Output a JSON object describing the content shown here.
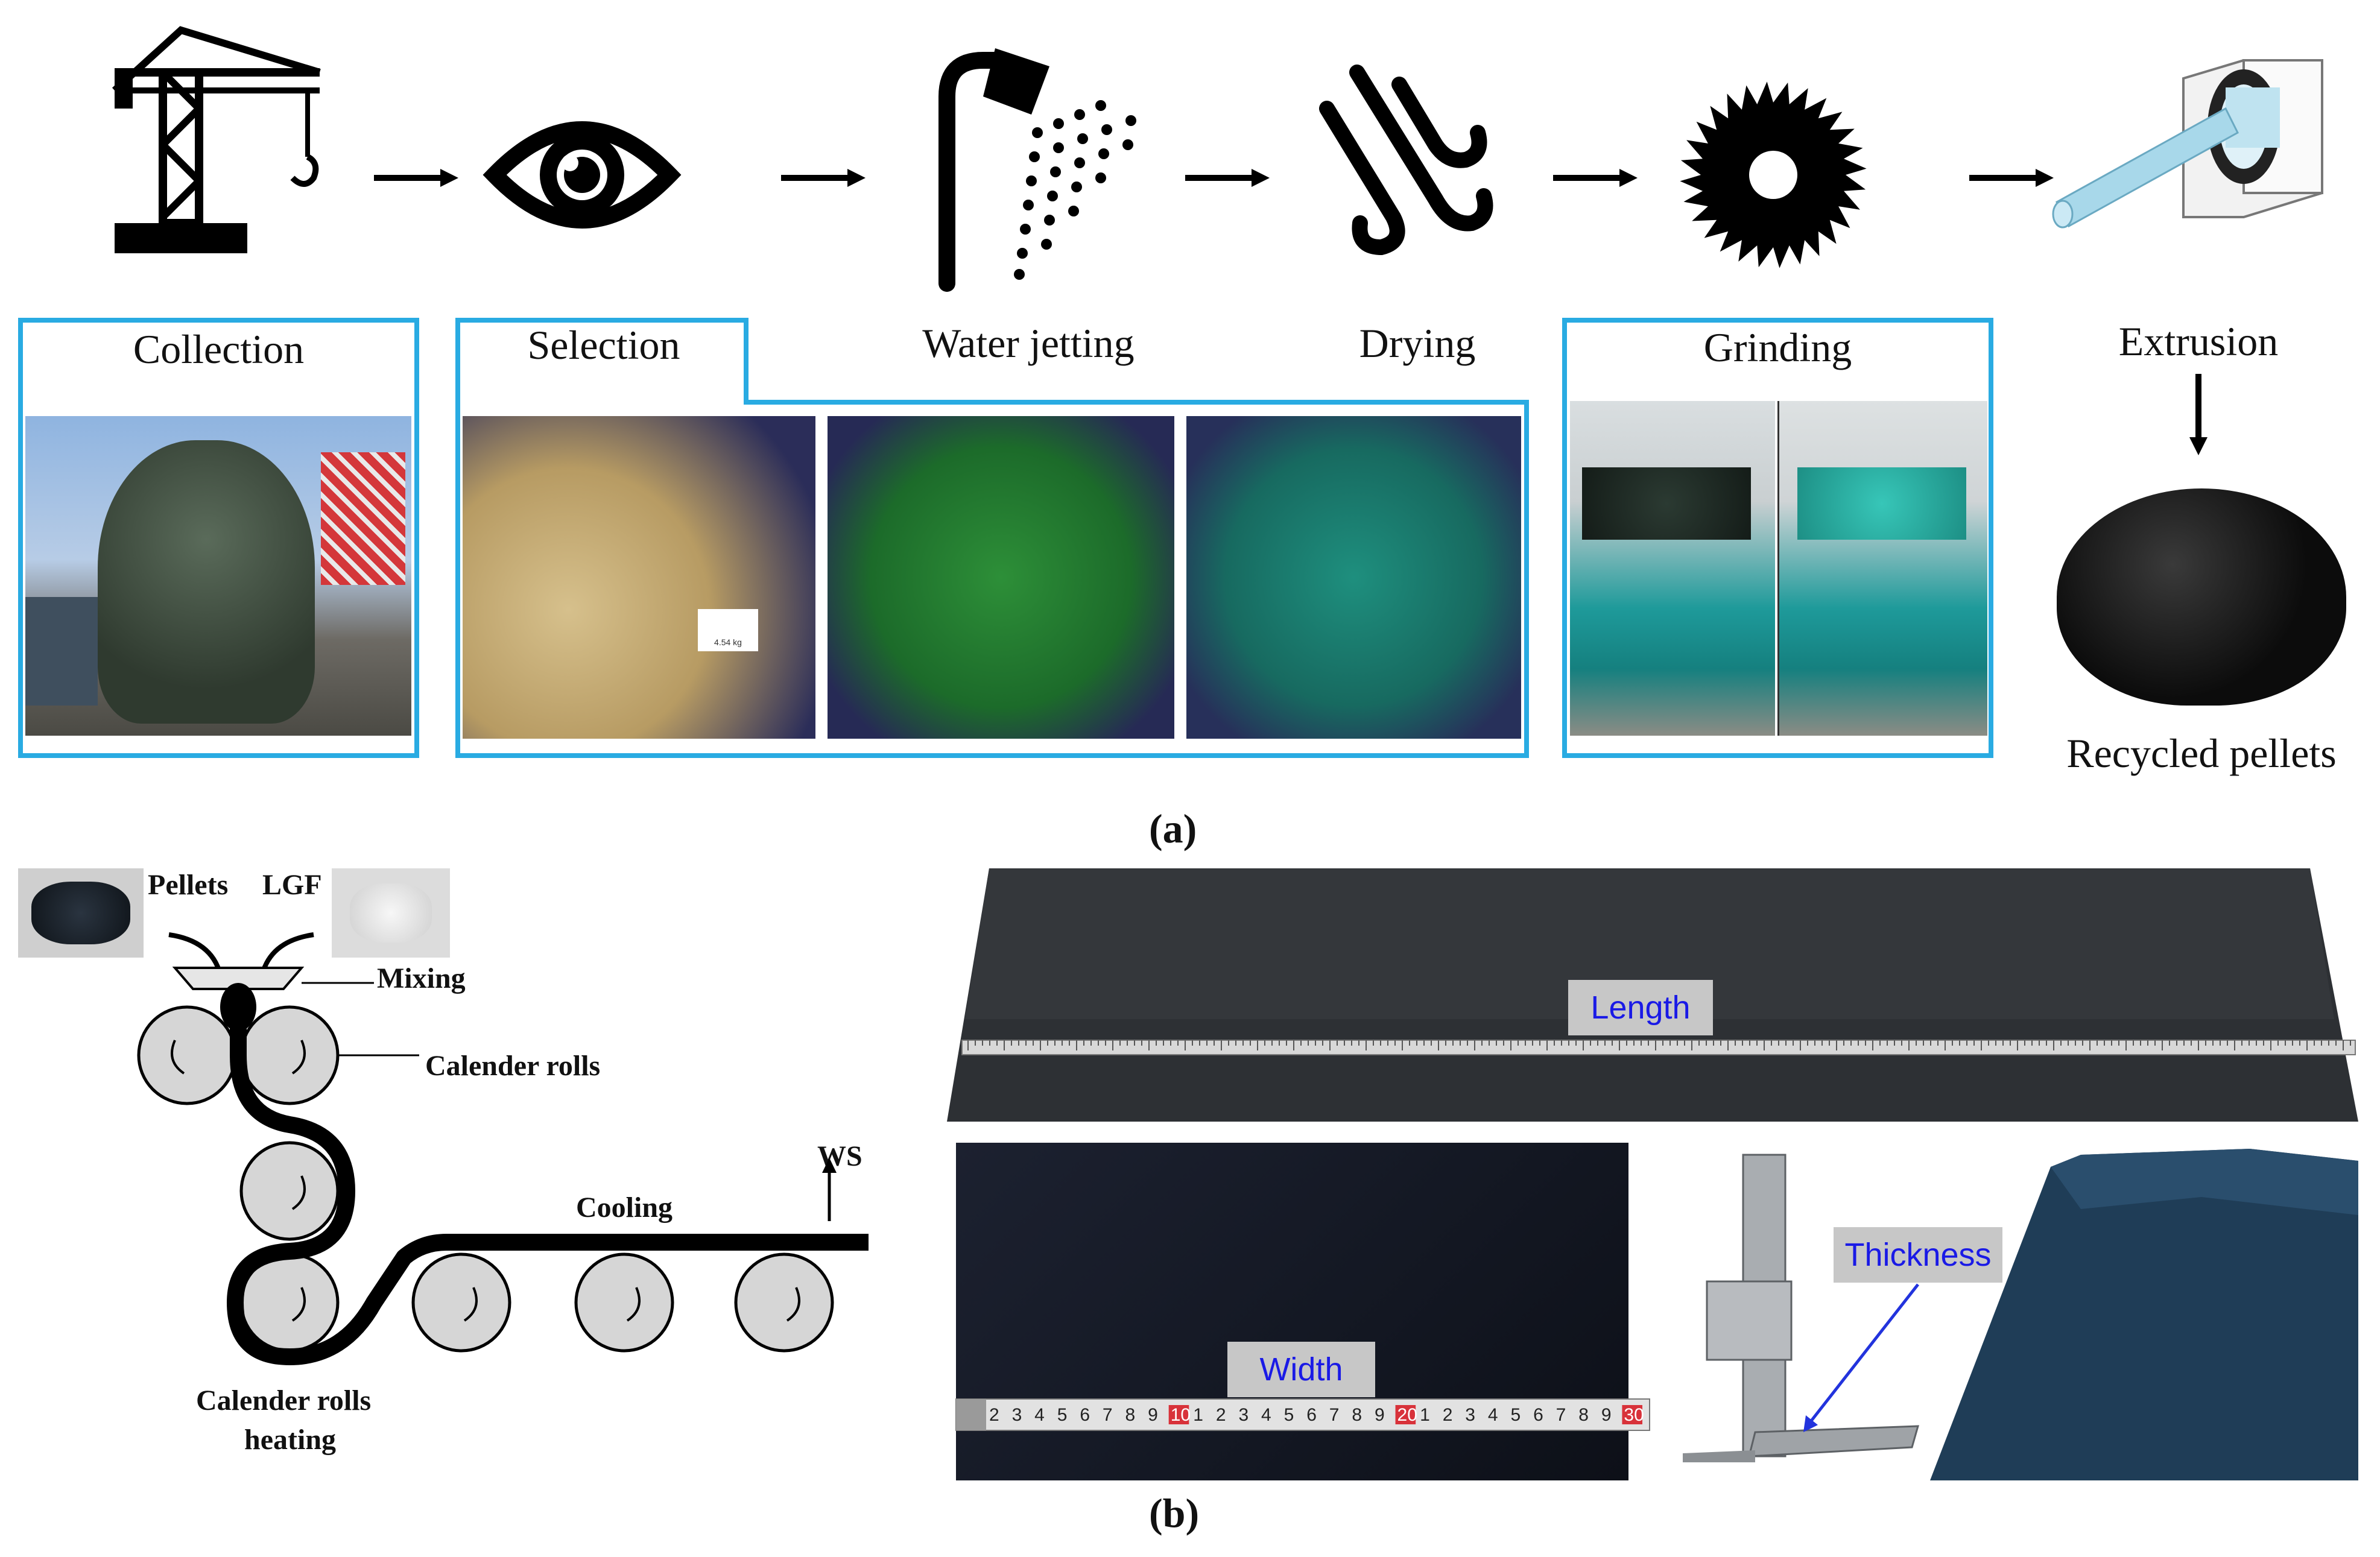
{
  "panel_a": {
    "label": "(a)",
    "steps": {
      "collection": "Collection",
      "selection": "Selection",
      "water_jetting": "Water jetting",
      "drying": "Drying",
      "grinding": "Grinding",
      "extrusion": "Extrusion",
      "recycled_pellets": "Recycled pellets"
    },
    "icons": [
      "crane-icon",
      "eye-icon",
      "shower-icon",
      "wind-icon",
      "saw-blade-icon",
      "extruder-icon"
    ],
    "photo_bag_text": "4.54 kg"
  },
  "panel_b": {
    "label": "(b)",
    "process": {
      "pellets": "Pellets",
      "lgf": "LGF",
      "mixing": "Mixing",
      "calender_rolls": "Calender rolls",
      "cooling": "Cooling",
      "ws": "WS",
      "calender_heating_line1": "Calender rolls",
      "calender_heating_line2": "heating"
    },
    "measurements": {
      "length": "Length",
      "width": "Width",
      "thickness": "Thickness"
    },
    "ruler_numbers": [
      "2",
      "3",
      "4",
      "5",
      "6",
      "7",
      "8",
      "9",
      "10",
      "1",
      "2",
      "3",
      "4",
      "5",
      "6",
      "7",
      "8",
      "9",
      "20",
      "1",
      "2",
      "3",
      "4",
      "5",
      "6",
      "7",
      "8",
      "9",
      "30"
    ]
  }
}
